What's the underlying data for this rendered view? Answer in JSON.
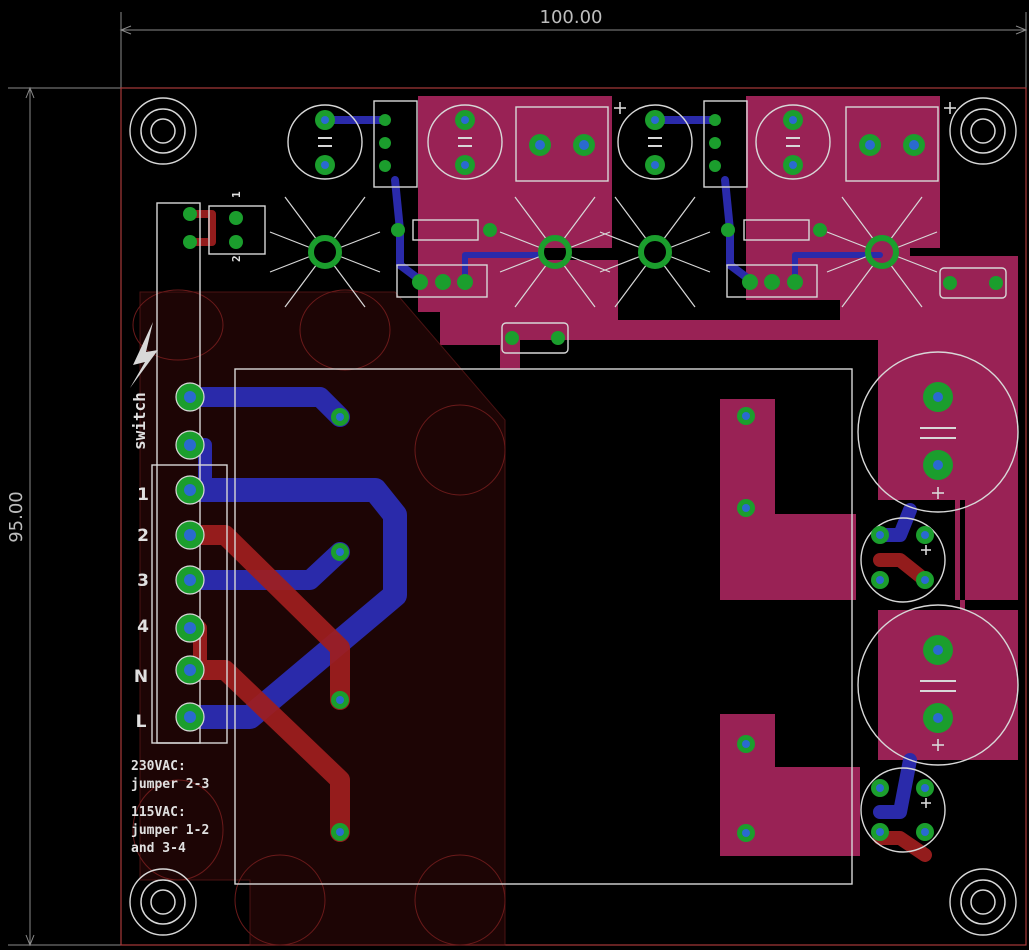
{
  "dimensions": {
    "width_label": "100.00",
    "height_label": "95.00"
  },
  "switch_label": "switch",
  "pin1_label": "1",
  "pin2_label": "2",
  "terminal_labels": [
    "1",
    "2",
    "3",
    "4",
    "N",
    "L"
  ],
  "notes": {
    "line1": "230VAC:",
    "line2": "jumper 2-3",
    "line3": "115VAC:",
    "line4": "jumper 1-2",
    "line5": "and 3-4"
  },
  "colors": {
    "top_copper": "#a01e1e",
    "bottom_copper": "#2a2aaa",
    "polygon_pour": "#992255",
    "pad_ring": "#1b9e2d",
    "via_center": "#2a6ad0",
    "silkscreen": "#d8d8d8",
    "board_outline": "#a83a3a",
    "dimension_line": "#8a8a8a"
  }
}
